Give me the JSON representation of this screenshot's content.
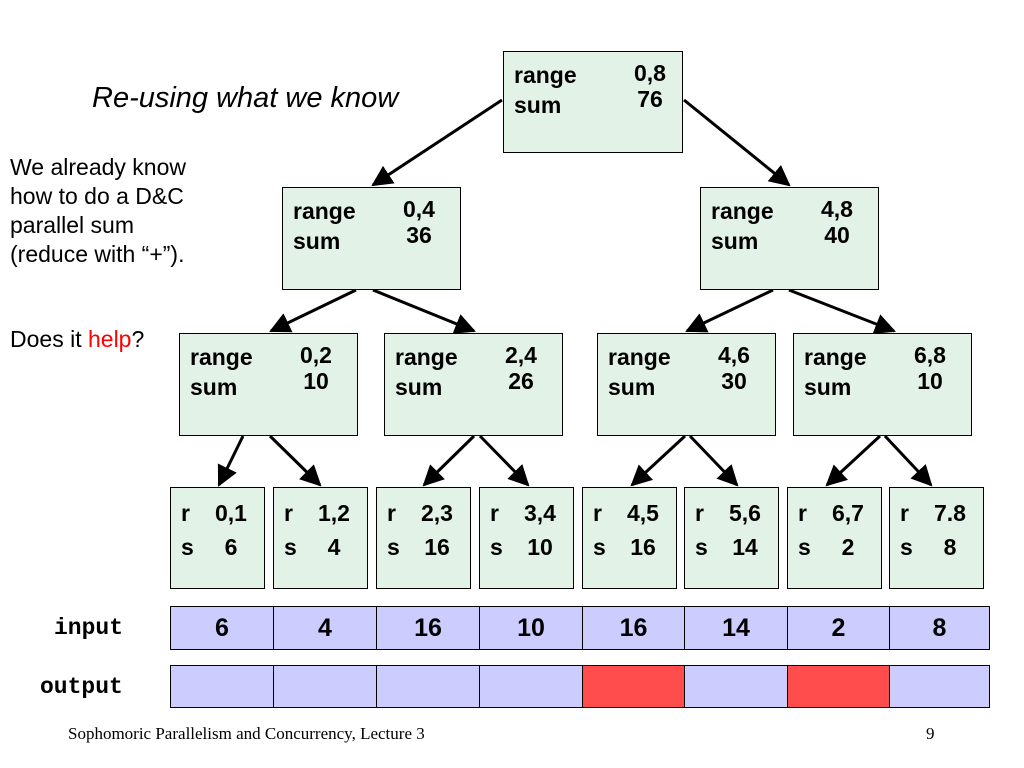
{
  "title": "Re-using what we know",
  "paragraph_lines": [
    "We already know",
    "how to do a D&C",
    "parallel sum",
    "(reduce with “+”)."
  ],
  "question": {
    "before": "Does it ",
    "highlight": "help",
    "after": "?"
  },
  "tree": {
    "root": {
      "labels": [
        "range",
        "sum"
      ],
      "range": "0,8",
      "sum": "76"
    },
    "level1": [
      {
        "labels": [
          "range",
          "sum"
        ],
        "range": "0,4",
        "sum": "36"
      },
      {
        "labels": [
          "range",
          "sum"
        ],
        "range": "4,8",
        "sum": "40"
      }
    ],
    "level2": [
      {
        "labels": [
          "range",
          "sum"
        ],
        "range": "0,2",
        "sum": "10"
      },
      {
        "labels": [
          "range",
          "sum"
        ],
        "range": "2,4",
        "sum": "26"
      },
      {
        "labels": [
          "range",
          "sum"
        ],
        "range": "4,6",
        "sum": "30"
      },
      {
        "labels": [
          "range",
          "sum"
        ],
        "range": "6,8",
        "sum": "10"
      }
    ],
    "leaves": [
      {
        "labels": [
          "r",
          "s"
        ],
        "range": "0,1",
        "sum": "6"
      },
      {
        "labels": [
          "r",
          "s"
        ],
        "range": "1,2",
        "sum": "4"
      },
      {
        "labels": [
          "r",
          "s"
        ],
        "range": "2,3",
        "sum": "16"
      },
      {
        "labels": [
          "r",
          "s"
        ],
        "range": "3,4",
        "sum": "10"
      },
      {
        "labels": [
          "r",
          "s"
        ],
        "range": "4,5",
        "sum": "16"
      },
      {
        "labels": [
          "r",
          "s"
        ],
        "range": "5,6",
        "sum": "14"
      },
      {
        "labels": [
          "r",
          "s"
        ],
        "range": "6,7",
        "sum": "2"
      },
      {
        "labels": [
          "r",
          "s"
        ],
        "range": "7.8",
        "sum": "8"
      }
    ]
  },
  "input": {
    "label": "input",
    "values": [
      "6",
      "4",
      "16",
      "10",
      "16",
      "14",
      "2",
      "8"
    ]
  },
  "output": {
    "label": "output",
    "values": [
      "",
      "",
      "",
      "",
      "",
      "",
      "",
      ""
    ],
    "highlighted": [
      false,
      false,
      false,
      false,
      true,
      false,
      true,
      false
    ]
  },
  "colors": {
    "node_fill": "#e3f2e6",
    "array_fill": "#ccccff",
    "highlight": "#ff4d4d",
    "emphasis": "#ff0000"
  },
  "footer": {
    "course": "Sophomoric Parallelism and Concurrency, Lecture 3",
    "page": "9"
  }
}
